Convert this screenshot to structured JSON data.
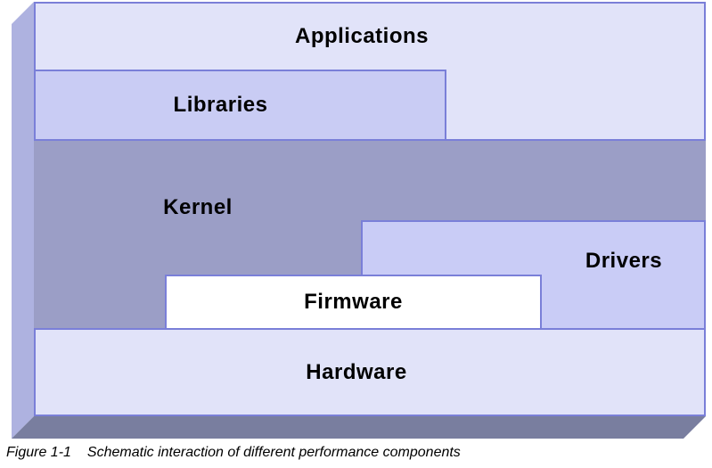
{
  "figure": {
    "caption": {
      "number": "Figure 1-1",
      "text": "Schematic interaction of different performance components"
    },
    "blocks": {
      "applications": {
        "label": "Applications"
      },
      "libraries": {
        "label": "Libraries"
      },
      "kernel": {
        "label": "Kernel"
      },
      "drivers": {
        "label": "Drivers"
      },
      "firmware": {
        "label": "Firmware"
      },
      "hardware": {
        "label": "Hardware"
      }
    },
    "colors": {
      "light_fill": "#e1e3f9",
      "mid_fill": "#c9ccf4",
      "kernel_fill": "#9b9ec6",
      "firmware_fill": "#ffffff",
      "border": "#7a7fd8",
      "shadow_left_face": "#aeb2e0",
      "shadow_bottom_face": "#797e9f",
      "text": "#000000"
    }
  }
}
